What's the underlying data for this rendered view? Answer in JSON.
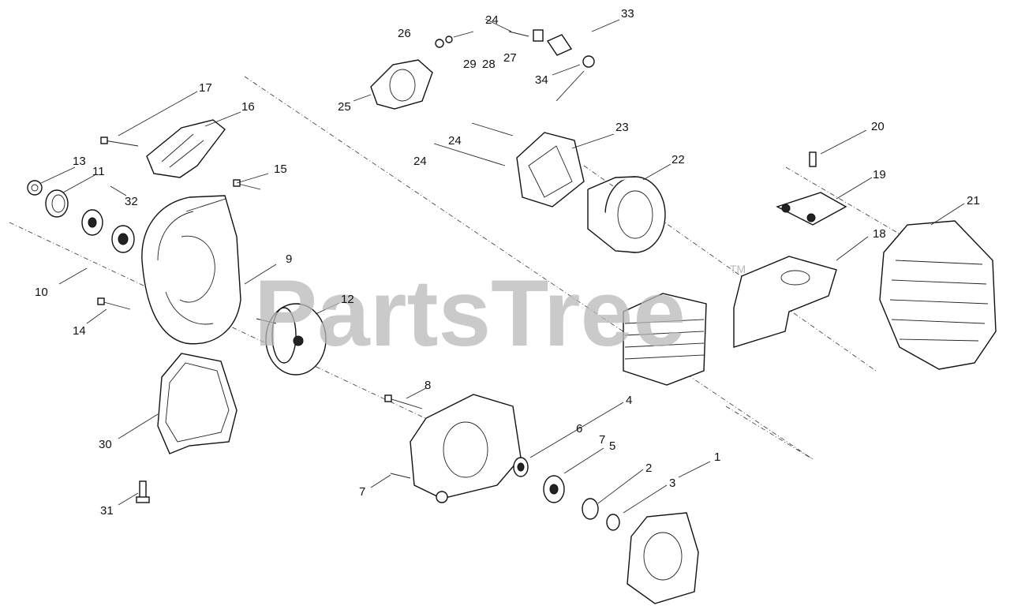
{
  "watermark": {
    "text": "PartsTree",
    "tm": "TM"
  },
  "callouts": [
    {
      "id": "1",
      "text": "1"
    },
    {
      "id": "2",
      "text": "2"
    },
    {
      "id": "3",
      "text": "3"
    },
    {
      "id": "4",
      "text": "4"
    },
    {
      "id": "5",
      "text": "5"
    },
    {
      "id": "6",
      "text": "6"
    },
    {
      "id": "7a",
      "text": "7"
    },
    {
      "id": "7b",
      "text": "7"
    },
    {
      "id": "8",
      "text": "8"
    },
    {
      "id": "9",
      "text": "9"
    },
    {
      "id": "10",
      "text": "10"
    },
    {
      "id": "11",
      "text": "11"
    },
    {
      "id": "12",
      "text": "12"
    },
    {
      "id": "13",
      "text": "13"
    },
    {
      "id": "14",
      "text": "14"
    },
    {
      "id": "15",
      "text": "15"
    },
    {
      "id": "16",
      "text": "16"
    },
    {
      "id": "17",
      "text": "17"
    },
    {
      "id": "18",
      "text": "18"
    },
    {
      "id": "19",
      "text": "19"
    },
    {
      "id": "20",
      "text": "20"
    },
    {
      "id": "21",
      "text": "21"
    },
    {
      "id": "22",
      "text": "22"
    },
    {
      "id": "23",
      "text": "23"
    },
    {
      "id": "24a",
      "text": "24"
    },
    {
      "id": "24b",
      "text": "24"
    },
    {
      "id": "24c",
      "text": "24"
    },
    {
      "id": "25",
      "text": "25"
    },
    {
      "id": "26",
      "text": "26"
    },
    {
      "id": "27",
      "text": "27"
    },
    {
      "id": "28",
      "text": "28"
    },
    {
      "id": "29",
      "text": "29"
    },
    {
      "id": "30",
      "text": "30"
    },
    {
      "id": "31",
      "text": "31"
    },
    {
      "id": "32",
      "text": "32"
    },
    {
      "id": "33",
      "text": "33"
    },
    {
      "id": "34",
      "text": "34"
    }
  ]
}
